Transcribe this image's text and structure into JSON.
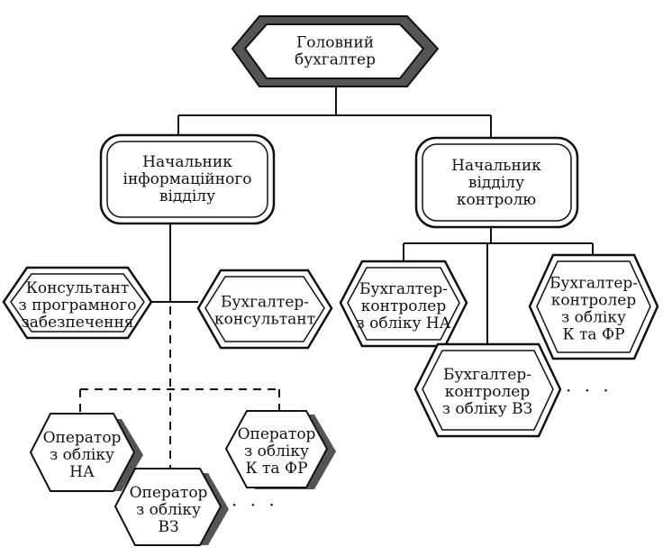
{
  "colors": {
    "stroke": "#111111",
    "fill": "#ffffff",
    "shade": "#555555"
  },
  "nodes": {
    "chief": {
      "lines": [
        "Головний",
        "бухгалтер"
      ]
    },
    "head_info": {
      "lines": [
        "Начальник",
        "інформаційного",
        "відділу"
      ]
    },
    "head_control": {
      "lines": [
        "Начальник",
        "відділу",
        "контролю"
      ]
    },
    "consultant_sw": {
      "lines": [
        "Консультант",
        "з програмного",
        "забезпечення"
      ]
    },
    "accountant_consultant": {
      "lines": [
        "Бухгалтер-",
        "консультант"
      ]
    },
    "controller_na": {
      "lines": [
        "Бухгалтер-",
        "контролер",
        "з обліку НА"
      ]
    },
    "controller_vz": {
      "lines": [
        "Бухгалтер-",
        "контролер",
        "з обліку ВЗ"
      ]
    },
    "controller_kfr": {
      "lines": [
        "Бухгалтер-",
        "контролер",
        "з обліку",
        "К та ФР"
      ]
    },
    "operator_na": {
      "lines": [
        "Оператор",
        "з обліку",
        "НА"
      ]
    },
    "operator_vz": {
      "lines": [
        "Оператор",
        "з обліку",
        "ВЗ"
      ]
    },
    "operator_kfr": {
      "lines": [
        "Оператор",
        "з обліку",
        "К та ФР"
      ]
    }
  },
  "ellipsis": {
    "control": "· · ·",
    "operators": "· · ·"
  }
}
